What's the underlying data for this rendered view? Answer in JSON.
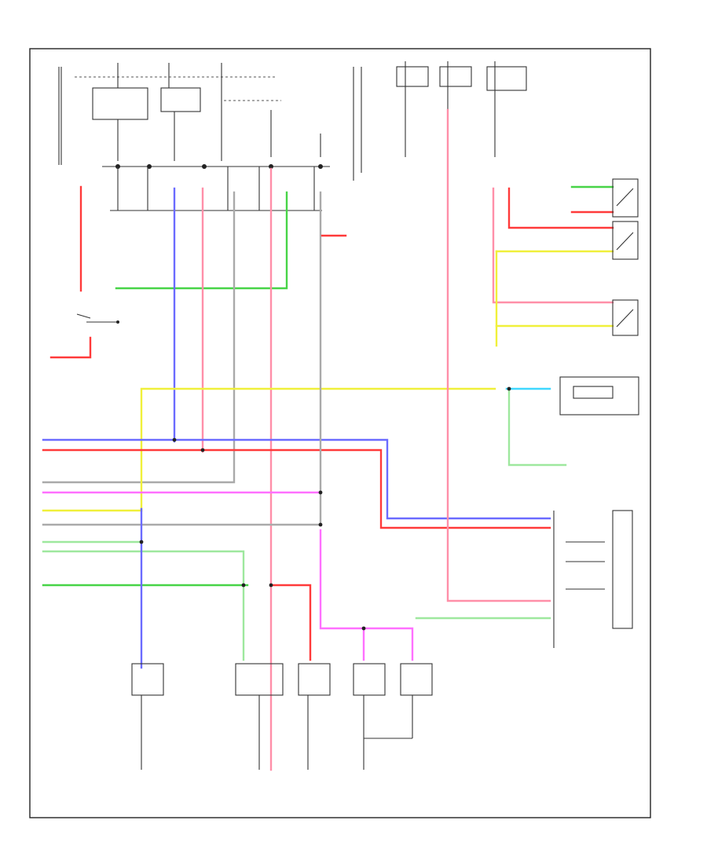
{
  "page": {
    "footer_code": ""
  },
  "colors": {
    "red": "#ff3a3a",
    "blue": "#3b3bff",
    "pink": "#ff8fa8",
    "green": "#47d447",
    "light_green": "#9ee89e",
    "yellow": "#f0f03a",
    "magenta": "#ff40ff",
    "cyan": "#3fd8ff",
    "gray": "#999999",
    "black": "#222222"
  },
  "modules": [
    {
      "id": "combination-meter",
      "label": ""
    },
    {
      "id": "bcm",
      "label": ""
    },
    {
      "id": "ipdm",
      "label": ""
    }
  ],
  "components": [
    {
      "id": "stop-lamp-switch"
    },
    {
      "id": "asd-clutch-switch"
    },
    {
      "id": "ground-right"
    },
    {
      "id": "ground-left"
    }
  ]
}
